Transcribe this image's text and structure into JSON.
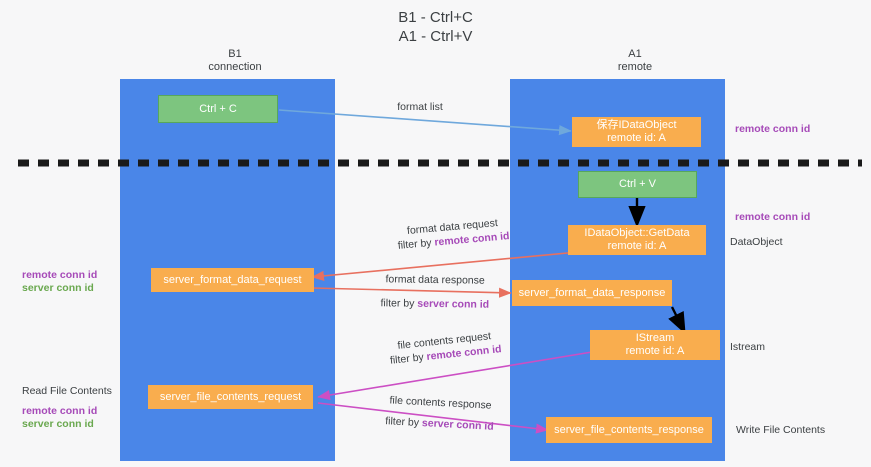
{
  "title": "B1 - Ctrl+C\nA1 - Ctrl+V",
  "columns": {
    "left": "B1\nconnection",
    "right": "A1\nremote"
  },
  "boxes": {
    "ctrl_c": "Ctrl + C",
    "ctrl_v": "Ctrl + V",
    "data_object_saved": "保存IDataObject\nremote id: A",
    "get_data": "IDataObject::GetData\nremote id: A",
    "server_format_data_request": "server_format_data_request",
    "server_format_data_response": "server_format_data_response",
    "istream": "IStream\nremote id: A",
    "server_file_contents_request": "server_file_contents_request",
    "server_file_contents_response": "server_file_contents_response"
  },
  "arrow_labels": {
    "format_list": "format list",
    "format_data_request": "format data request",
    "format_data_request_filter_prefix": "filter by ",
    "format_data_request_filter_key": "remote conn id",
    "format_data_response": "format data response",
    "format_data_response_filter_prefix": "filter by ",
    "format_data_response_filter_key": "server conn id",
    "file_contents_request": "file contents request",
    "file_contents_request_filter_prefix": "filter by ",
    "file_contents_request_filter_key": "remote conn id",
    "file_contents_response": "file contents response",
    "file_contents_response_filter_prefix": "filter by ",
    "file_contents_response_filter_key": "server conn id"
  },
  "annotations": {
    "right_remote_conn_id_top": "remote conn id",
    "right_remote_conn_id_mid": "remote conn id",
    "right_dataobject": "DataObject",
    "right_istream": "Istream",
    "right_write_file_contents": "Write File Contents",
    "left_remote_conn_id": "remote conn id",
    "left_server_conn_id": "server conn id",
    "left_read_file_contents": "Read File Contents",
    "left_remote_conn_id_2": "remote conn id",
    "left_server_conn_id_2": "server conn id"
  },
  "colors": {
    "lane": "#4a86e8",
    "box_green": "#7dc57f",
    "box_orange": "#f9ad4e",
    "accent_purple": "#a64ab8",
    "accent_green": "#6aa84f",
    "arrow_blue": "#6fa8dc",
    "arrow_red": "#e8705f",
    "arrow_magenta": "#cc4fc4",
    "arrow_black": "#000000",
    "background": "#f7f7f8"
  }
}
